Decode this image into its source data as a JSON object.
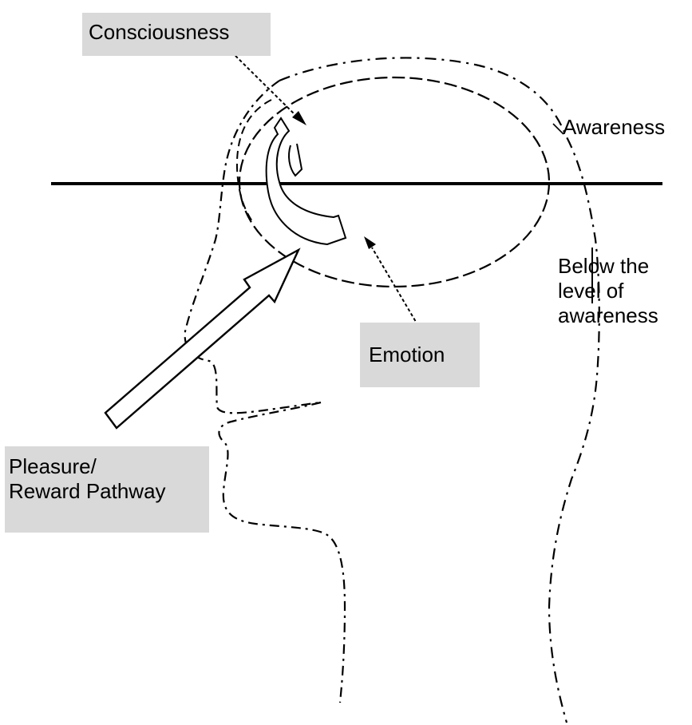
{
  "labels": {
    "consciousness": "Consciousness",
    "awareness": "Awareness",
    "below_awareness": [
      "Below the",
      "level of",
      "awareness"
    ],
    "emotion": "Emotion",
    "pleasure_pathway": [
      "Pleasure/",
      "Reward Pathway"
    ]
  },
  "colors": {
    "ink": "#000000",
    "label_fill": "#d9d9d9",
    "background": "#ffffff"
  }
}
